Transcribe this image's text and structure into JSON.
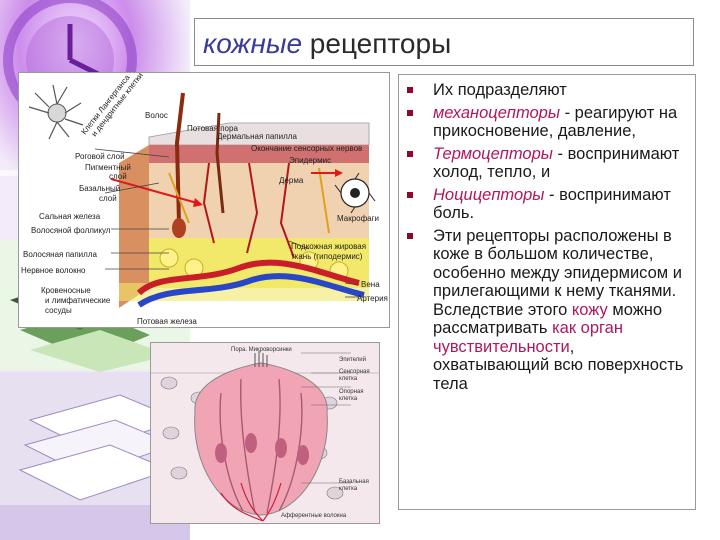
{
  "slide": {
    "title_italic": "кожные",
    "title_rest": " рецепторы"
  },
  "figure1": {
    "labels": {
      "langerhans": "Клетки Лангерганса",
      "dendritic": "и дендритные клетки",
      "hair": "Волос",
      "sweat_pore": "Потовая пора",
      "dermal_papilla": "Дермальная папилла",
      "sensory_endings": "Окончание сенсорных нервов",
      "horny_layer": "Роговой слой",
      "pigment_layer_1": "Пигментный",
      "pigment_layer_2": "слой",
      "basal_layer_1": "Базальный",
      "basal_layer_2": "слой",
      "epidermis": "Эпидермис",
      "dermis": "Дерма",
      "sebaceous_gland": "Сальная железа",
      "hair_follicle": "Волосяной фолликул",
      "hair_papilla": "Волосяная папилла",
      "nerve_fiber": "Нервное волокно",
      "macrophages": "Макрофаги",
      "subcutaneous_1": "Подкожная жировая",
      "subcutaneous_2": "ткань (гиподермис)",
      "vessels_1": "Кровеносные",
      "vessels_2": "и лимфатические",
      "vessels_3": "сосуды",
      "vein": "Вена",
      "artery": "Артерия",
      "sweat_gland": "Потовая железа"
    }
  },
  "figure2": {
    "labels": {
      "pore": "Пора. Микроворсинки",
      "epithelium": "Эпителий",
      "sensory_cell_1": "Сенсорная",
      "sensory_cell_2": "клетка",
      "support_cell_1": "Опорная",
      "support_cell_2": "клетка",
      "basal_cell_1": "Базальная",
      "basal_cell_2": "клетка",
      "afferent": "Афферентные волокна"
    }
  },
  "text": {
    "b1": "Их подразделяют",
    "b2_term": "механоцепторы",
    "b2_rest": " - реагируют на прикосновение, давление,",
    "b3_term": "Термоцепторы",
    "b3_rest": " - воспринимают холод, тепло, и",
    "b4_term": "Ноцицепторы",
    "b4_rest": " - воспринимают боль.",
    "b5_a": " Эти рецепторы расположены в коже в большом количестве, особенно между эпидермисом и прилегающими к нему тканями. Вследствие этого ",
    "b5_kozhu": "кожу",
    "b5_b": " можно рассматривать ",
    "b5_organ": "как орган чувствительности",
    "b5_c": ", охватывающий всю поверхность тела"
  },
  "colors": {
    "title_accent": "#3a3a9a",
    "term_magenta": "#b0175e",
    "bullet": "#8b0a2a",
    "arrow_red": "#e01818"
  }
}
